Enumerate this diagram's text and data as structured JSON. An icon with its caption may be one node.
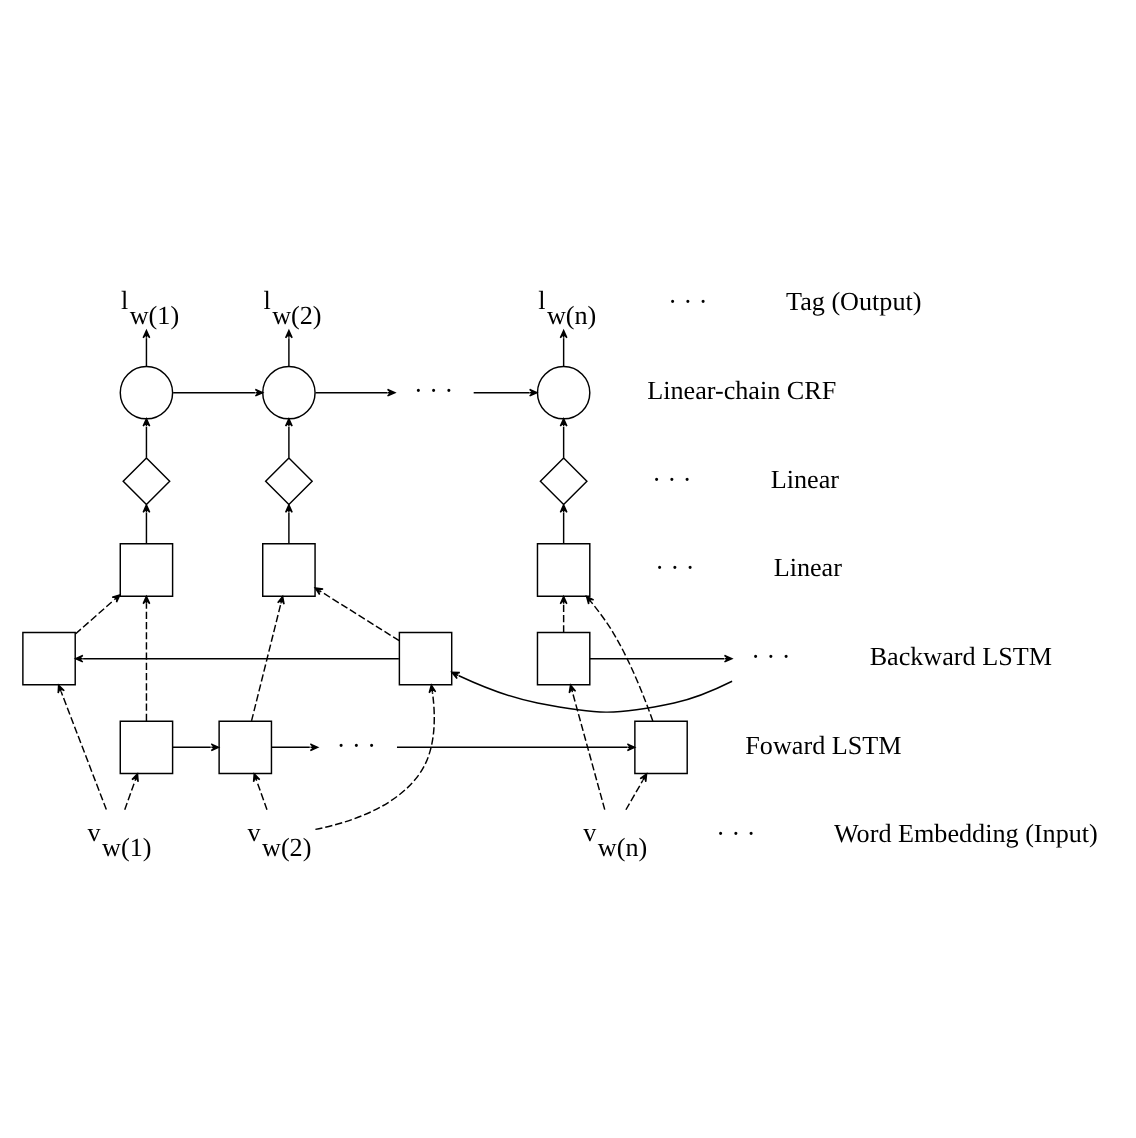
{
  "diagram": {
    "nodes": [
      {
        "text": [
          "l$_{w(1)}$"
        ]
      },
      {
        "text": [
          "l$_{w(2)}$"
        ]
      },
      {
        "text": [
          "l$_{w(n)}$"
        ]
      },
      {
        "text": [],
        "shape": "circle"
      },
      {
        "text": [],
        "shape": "circle"
      },
      {
        "text": [
          "· · ·"
        ]
      },
      {
        "text": [],
        "shape": "circle"
      },
      {
        "text": [],
        "shape": "diamond"
      },
      {
        "text": [],
        "shape": "diamond"
      },
      {
        "text": [],
        "shape": "diamond"
      },
      {
        "text": [],
        "shape": "box"
      },
      {
        "text": [],
        "shape": "box"
      },
      {
        "text": [],
        "shape": "box"
      },
      {
        "text": [],
        "shape": "box"
      },
      {
        "text": [],
        "shape": "box"
      },
      {
        "text": [
          "· · ·"
        ]
      },
      {
        "text": [],
        "shape": "box"
      },
      {
        "text": [],
        "shape": "box"
      },
      {
        "text": [],
        "shape": "box"
      },
      {
        "text": [
          "· · ·"
        ]
      },
      {
        "text": [],
        "shape": "box"
      },
      {
        "text": [
          "v$_{w(1)}$"
        ]
      },
      {
        "text": [
          "v$_{w(2)}$"
        ]
      },
      {
        "text": [
          "v$_{w(n)}$"
        ]
      }
    ],
    "edges": [
      {
        "from": 3,
        "to": 0,
        "arrow": "to"
      },
      {
        "from": 4,
        "to": 1,
        "arrow": "to"
      },
      {
        "from": 6,
        "to": 2,
        "arrow": "to"
      },
      {
        "from": 3,
        "to": 4,
        "arrow": "to"
      },
      {
        "from": 4,
        "to": 5,
        "arrow": "to"
      },
      {
        "from": 5,
        "to": 6,
        "arrow": "to"
      },
      {
        "from": 7,
        "to": 3,
        "arrow": "to"
      },
      {
        "from": 8,
        "to": 4,
        "arrow": "to"
      },
      {
        "from": 9,
        "to": 6,
        "arrow": "to"
      },
      {
        "from": 10,
        "to": 7,
        "arrow": "to"
      },
      {
        "from": 11,
        "to": 8,
        "arrow": "to"
      },
      {
        "from": 12,
        "to": 9,
        "arrow": "to"
      },
      {
        "from": 13,
        "to": 10,
        "arrow": "to",
        "style": "dashed"
      },
      {
        "from": 14,
        "to": 11,
        "arrow": "to",
        "style": "dashed"
      },
      {
        "from": 16,
        "to": 12,
        "arrow": "to",
        "style": "dashed"
      },
      {
        "from": 17,
        "to": 10,
        "arrow": "to",
        "style": "dashed"
      },
      {
        "from": 18,
        "to": 11,
        "arrow": "to",
        "style": "dashed"
      },
      {
        "from": 20,
        "to": 12,
        "arrow": "to",
        "style": "dashed"
      },
      {
        "from": 14,
        "to": 13,
        "arrow": "to"
      },
      {
        "from": 15,
        "to": 14,
        "arrow": "to"
      },
      {
        "from": 16,
        "to": 15,
        "arrow": "to"
      },
      {
        "from": 17,
        "to": 18,
        "arrow": "to"
      },
      {
        "from": 18,
        "to": 19,
        "arrow": "to"
      },
      {
        "from": 19,
        "to": 20,
        "arrow": "to"
      },
      {
        "from": 21,
        "to": 17,
        "arrow": "to",
        "style": "dashed"
      },
      {
        "from": 22,
        "to": 18,
        "arrow": "to",
        "style": "dashed"
      },
      {
        "from": 23,
        "to": 20,
        "arrow": "to",
        "style": "dashed"
      },
      {
        "from": 21,
        "to": 13,
        "arrow": "to",
        "style": "dashed"
      },
      {
        "from": 22,
        "to": 14,
        "arrow": "to",
        "style": "dashed"
      },
      {
        "from": 23,
        "to": 16,
        "arrow": "to",
        "style": "dashed"
      }
    ],
    "labels": [
      "· · ·",
      "Tag (Output)",
      "Linear-chain CRF",
      "· · ·",
      "Linear",
      "· · ·",
      "Linear",
      "Backward LSTM",
      "Foward LSTM",
      "· · ·",
      "Word Embedding (Input)"
    ]
  }
}
